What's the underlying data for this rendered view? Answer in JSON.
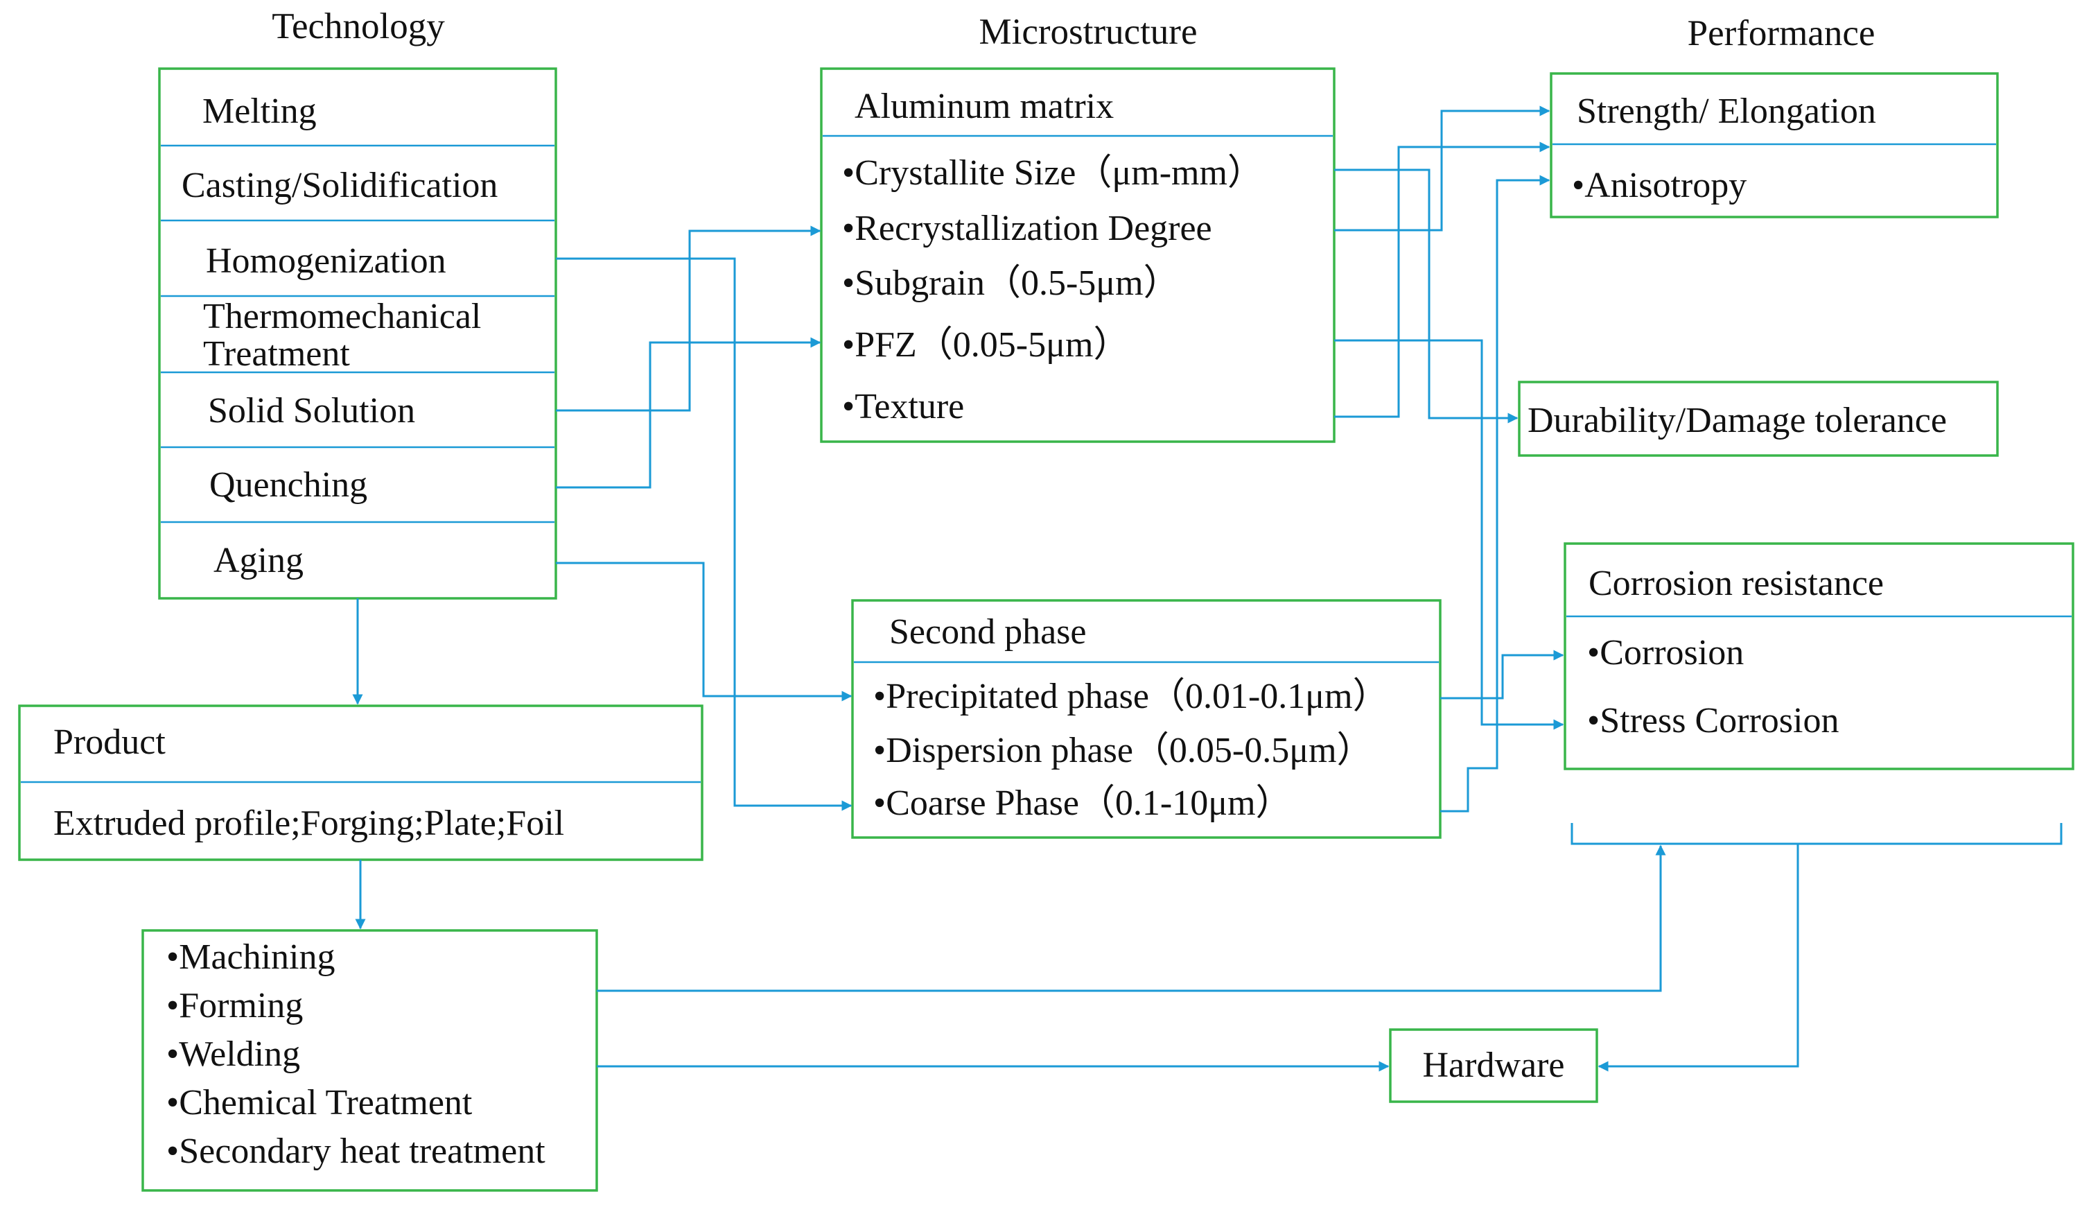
{
  "headers": {
    "technology": "Technology",
    "microstructure": "Microstructure",
    "performance": "Performance"
  },
  "technology_steps": [
    "Melting",
    "Casting/Solidification",
    "Homogenization",
    "Thermomechanical",
    "Treatment",
    "Solid Solution",
    "Quenching",
    "Aging"
  ],
  "aluminum_matrix": {
    "title": "Aluminum matrix",
    "items": [
      "•Crystallite Size（μm-mm）",
      "•Recrystallization Degree",
      "•Subgrain（0.5-5μm）",
      "•PFZ（0.05-5μm）",
      "•Texture"
    ]
  },
  "second_phase": {
    "title": "Second phase",
    "items": [
      "•Precipitated phase（0.01-0.1μm）",
      "•Dispersion phase（0.05-0.5μm）",
      "•Coarse Phase（0.1-10μm）"
    ]
  },
  "strength": {
    "title": "Strength/ Elongation",
    "item": "•Anisotropy"
  },
  "durability": "Durability/Damage tolerance",
  "corrosion": {
    "title": "Corrosion resistance",
    "items": [
      "•Corrosion",
      "•Stress Corrosion"
    ]
  },
  "product": {
    "title": "Product",
    "items": "Extruded profile;Forging;Plate;Foil"
  },
  "processing": [
    "•Machining",
    "•Forming",
    "•Welding",
    "•Chemical Treatment",
    "•Secondary heat treatment"
  ],
  "hardware": "Hardware",
  "colors": {
    "box_border": "#39b54a",
    "connector": "#1b9ad6",
    "text": "#111111"
  }
}
